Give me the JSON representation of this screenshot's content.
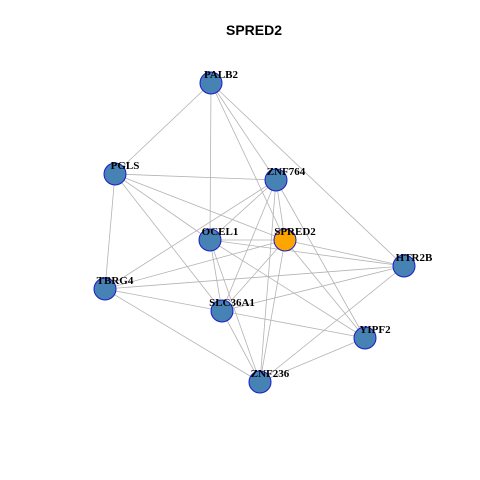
{
  "title": "SPRED2",
  "colors": {
    "node_default": "#4682b4",
    "node_focus": "#ffa500",
    "node_border": "#1a1acc",
    "edge": "#b3b3b3"
  },
  "nodes": [
    {
      "id": "PALB2",
      "label": "PALB2",
      "focus": false
    },
    {
      "id": "PGLS",
      "label": "PGLS",
      "focus": false
    },
    {
      "id": "ZNF764",
      "label": "ZNF764",
      "focus": false
    },
    {
      "id": "OCEL1",
      "label": "OCEL1",
      "focus": false
    },
    {
      "id": "SPRED2",
      "label": "SPRED2",
      "focus": true
    },
    {
      "id": "HTR2B",
      "label": "HTR2B",
      "focus": false
    },
    {
      "id": "TBRG4",
      "label": "TBRG4",
      "focus": false
    },
    {
      "id": "SLC36A1",
      "label": "SLC36A1",
      "focus": false
    },
    {
      "id": "YIPF2",
      "label": "YIPF2",
      "focus": false
    },
    {
      "id": "ZNF236",
      "label": "ZNF236",
      "focus": false
    }
  ],
  "edges": [
    [
      "PALB2",
      "PGLS"
    ],
    [
      "PALB2",
      "OCEL1"
    ],
    [
      "PALB2",
      "SPRED2"
    ],
    [
      "PALB2",
      "ZNF764"
    ],
    [
      "PALB2",
      "HTR2B"
    ],
    [
      "PGLS",
      "ZNF764"
    ],
    [
      "PGLS",
      "OCEL1"
    ],
    [
      "PGLS",
      "SPRED2"
    ],
    [
      "PGLS",
      "TBRG4"
    ],
    [
      "PGLS",
      "SLC36A1"
    ],
    [
      "ZNF764",
      "OCEL1"
    ],
    [
      "ZNF764",
      "SPRED2"
    ],
    [
      "ZNF764",
      "TBRG4"
    ],
    [
      "ZNF764",
      "SLC36A1"
    ],
    [
      "ZNF764",
      "YIPF2"
    ],
    [
      "ZNF764",
      "ZNF236"
    ],
    [
      "OCEL1",
      "SPRED2"
    ],
    [
      "OCEL1",
      "HTR2B"
    ],
    [
      "OCEL1",
      "SLC36A1"
    ],
    [
      "OCEL1",
      "YIPF2"
    ],
    [
      "OCEL1",
      "ZNF236"
    ],
    [
      "SPRED2",
      "HTR2B"
    ],
    [
      "SPRED2",
      "TBRG4"
    ],
    [
      "SPRED2",
      "SLC36A1"
    ],
    [
      "SPRED2",
      "YIPF2"
    ],
    [
      "SPRED2",
      "ZNF236"
    ],
    [
      "HTR2B",
      "TBRG4"
    ],
    [
      "HTR2B",
      "SLC36A1"
    ],
    [
      "HTR2B",
      "ZNF236"
    ],
    [
      "TBRG4",
      "SLC36A1"
    ],
    [
      "TBRG4",
      "ZNF236"
    ],
    [
      "SLC36A1",
      "YIPF2"
    ],
    [
      "SLC36A1",
      "ZNF236"
    ],
    [
      "YIPF2",
      "ZNF236"
    ]
  ]
}
